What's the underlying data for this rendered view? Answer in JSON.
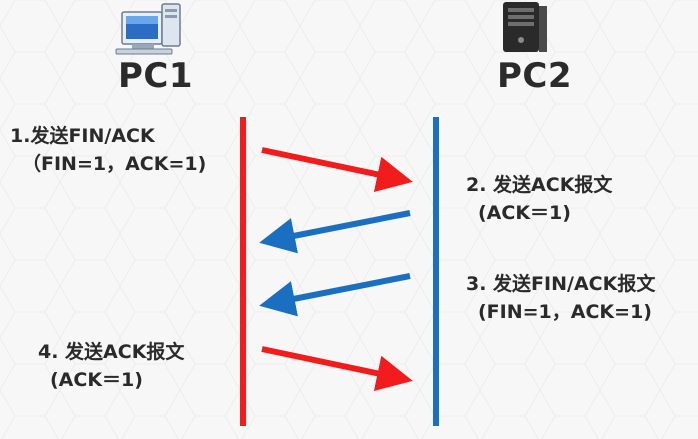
{
  "hosts": {
    "left": {
      "label": "PC1",
      "icon": "desktop-computer-icon",
      "line_color": "#f21c1c"
    },
    "right": {
      "label": "PC2",
      "icon": "server-tower-icon",
      "line_color": "#1a6fc0"
    }
  },
  "steps": [
    {
      "line1": "1.发送FIN/ACK",
      "line2": "（FIN=1，ACK=1)",
      "direction": "PC1→PC2",
      "arrow_color": "#f21c1c"
    },
    {
      "line1": "2. 发送ACK报文",
      "line2": "(ACK＝1)",
      "direction": "PC2→PC1",
      "arrow_color": "#1a6fc0"
    },
    {
      "line1": "3. 发送FIN/ACK报文",
      "line2": "(FIN=1，ACK=1)",
      "direction": "PC2→PC1",
      "arrow_color": "#1a6fc0"
    },
    {
      "line1": "4. 发送ACK报文",
      "line2": "(ACK＝1)",
      "direction": "PC1→PC2",
      "arrow_color": "#f21c1c"
    }
  ]
}
